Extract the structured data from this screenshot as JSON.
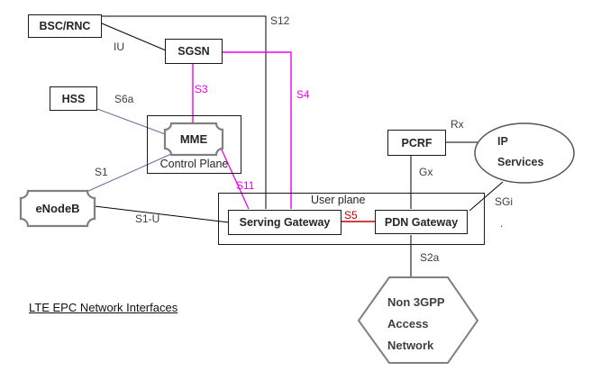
{
  "diagram_title": "LTE EPC Network Interfaces",
  "nodes": {
    "bsc_rnc": "BSC/RNC",
    "sgsn": "SGSN",
    "hss": "HSS",
    "mme": "MME",
    "control_plane": "Control Plane",
    "enodeb": "eNodeB",
    "user_plane": "User plane",
    "serving_gateway": "Serving Gateway",
    "pdn_gateway": "PDN Gateway",
    "pcrf": "PCRF",
    "ip_services": {
      "line1": "IP",
      "line2": "Services"
    },
    "non_3gpp": {
      "line1": "Non 3GPP",
      "line2": "Access",
      "line3": "Network"
    }
  },
  "interface_labels": {
    "s12": "S12",
    "iu": "IU",
    "s3": "S3",
    "s4": "S4",
    "s6a": "S6a",
    "s1": "S1",
    "s11": "S11",
    "s1_u": "S1-U",
    "s5": "S5",
    "rx": "Rx",
    "gx": "Gx",
    "sgi": "SGi",
    "s2a": "S2a",
    "stray_dot": "."
  },
  "colors": {
    "magenta_link": "#ee00ee",
    "red_link": "#c00000",
    "blue_link": "#6b6b9e",
    "black_link": "#000000",
    "gray_shape_border": "#808080"
  }
}
